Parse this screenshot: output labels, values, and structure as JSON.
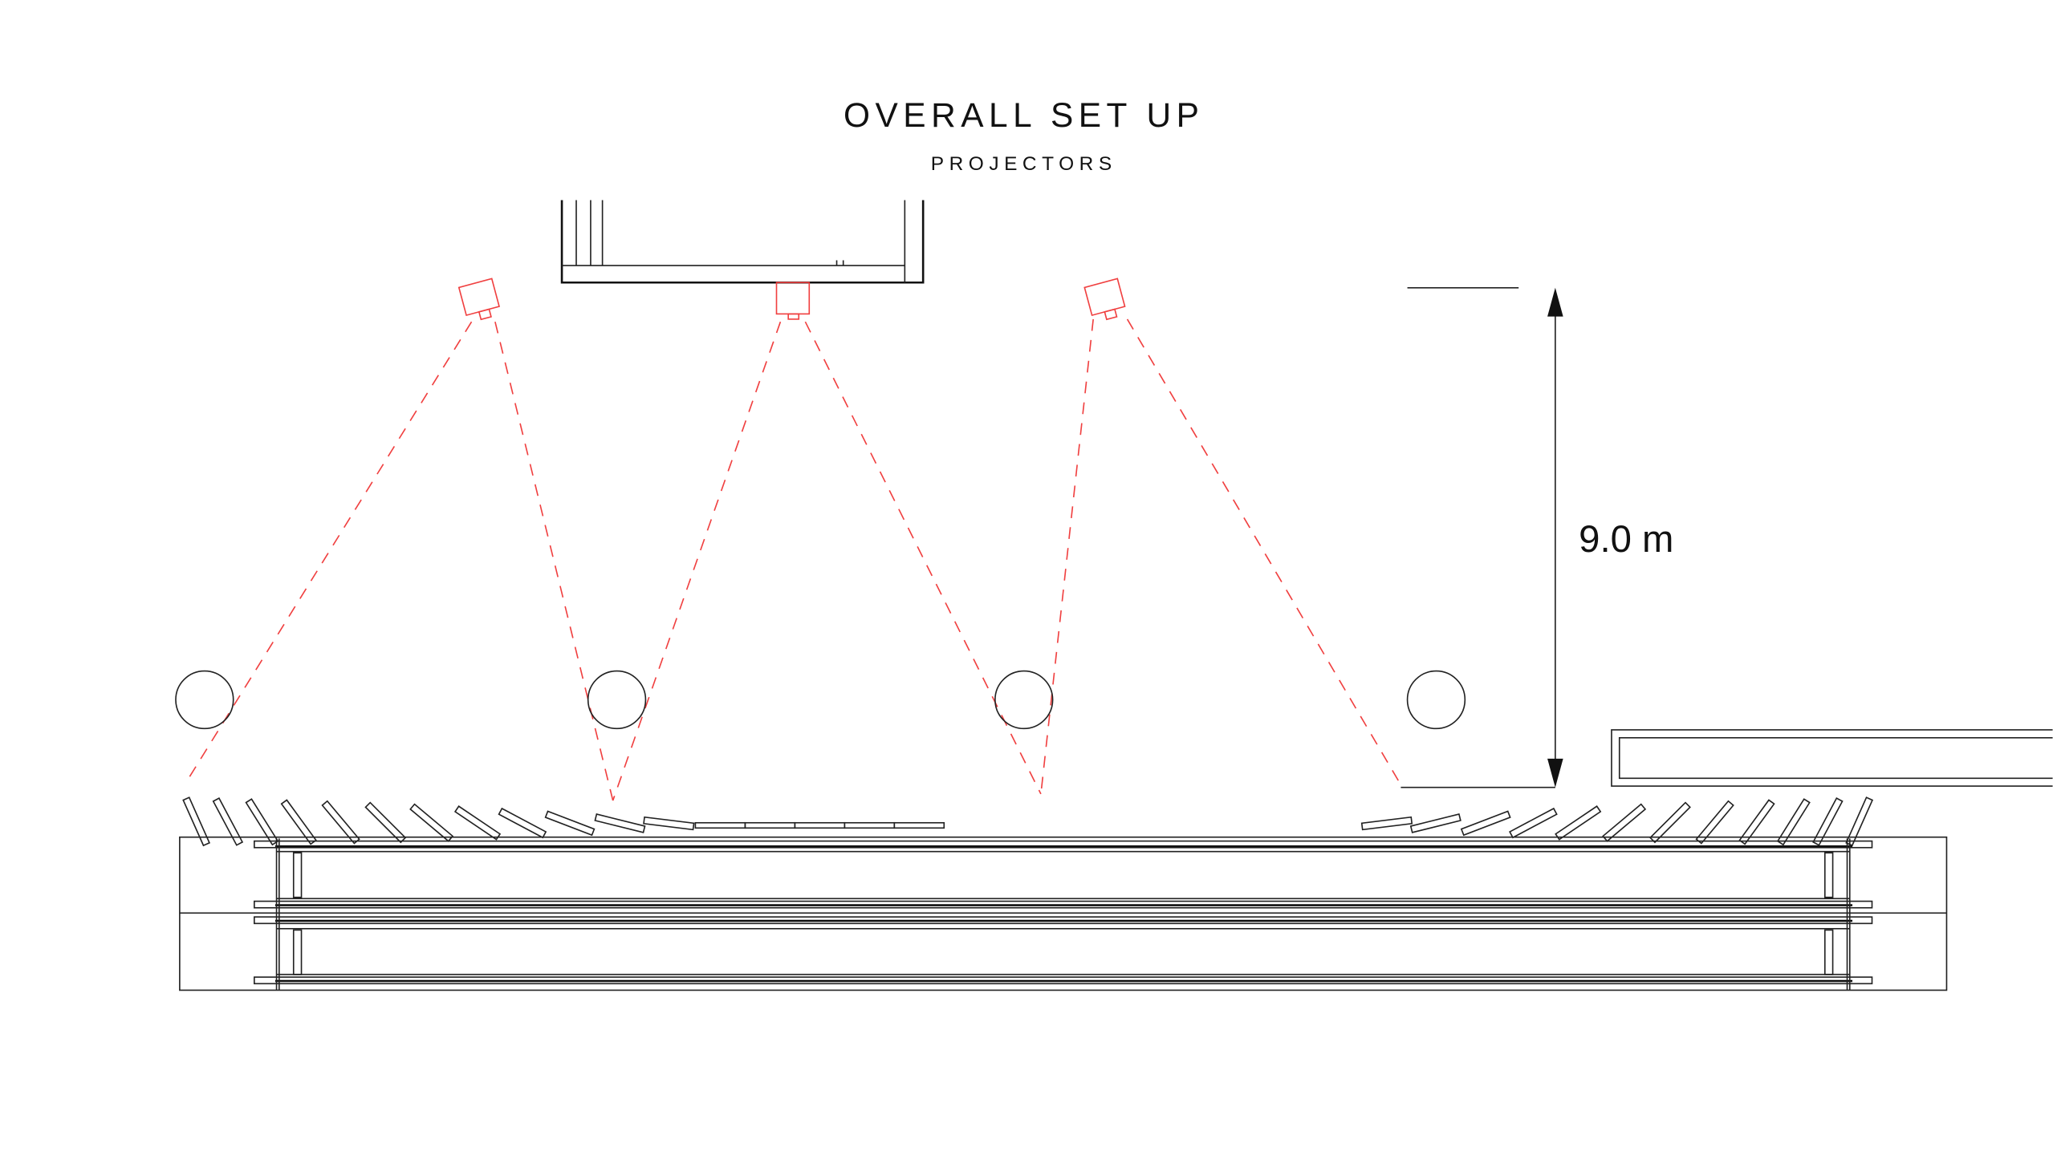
{
  "title": "OVERALL SET UP",
  "subtitle": "PROJECTORS",
  "dimension_label": "9.0 m",
  "colors": {
    "projector": "#f04040",
    "lines": "#222222"
  },
  "projector_count": 3,
  "column_count": 4
}
